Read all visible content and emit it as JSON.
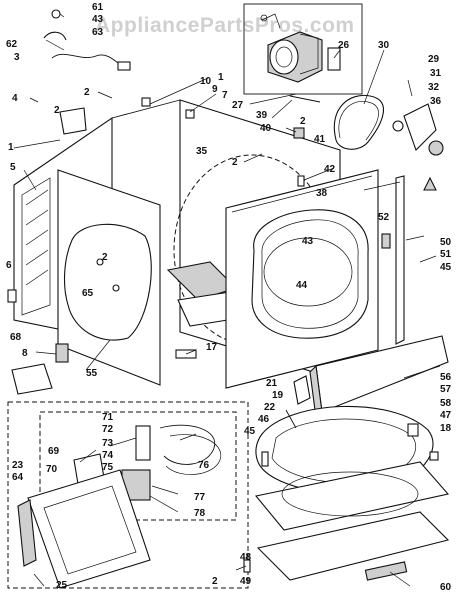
{
  "watermark": "AppliancePartsPros.com",
  "labels": {
    "n61": "61",
    "n43": "43",
    "n62": "62",
    "n63": "63",
    "n3": "3",
    "n10": "10",
    "n1a": "1",
    "n9": "9",
    "n7": "7",
    "n2a": "2",
    "n4": "4",
    "n2b": "2",
    "n1b": "1",
    "n5": "5",
    "n26": "26",
    "n30": "30",
    "n29": "29",
    "n31": "31",
    "n32": "32",
    "n36": "36",
    "n27": "27",
    "n39": "39",
    "n40": "40",
    "n2c": "2",
    "n41": "41",
    "n35": "35",
    "n2d": "2",
    "n42": "42",
    "n38": "38",
    "n52": "52",
    "n50": "50",
    "n51": "51",
    "n45": "45",
    "n6": "6",
    "n2e": "2",
    "n65": "65",
    "n43b": "43",
    "n44": "44",
    "n17": "17",
    "n68": "68",
    "n8": "8",
    "n55": "55",
    "n21": "21",
    "n19": "19",
    "n56": "56",
    "n57": "57",
    "n58": "58",
    "n47": "47",
    "n18": "18",
    "n71": "71",
    "n72": "72",
    "n73": "73",
    "n74": "74",
    "n75": "75",
    "n76": "76",
    "n69": "69",
    "n70": "70",
    "n22": "22",
    "n46": "46",
    "n45b": "45",
    "n23": "23",
    "n64": "64",
    "n77": "77",
    "n78": "78",
    "n48": "48",
    "n2f": "2",
    "n49": "49",
    "n25": "25",
    "n60": "60"
  }
}
